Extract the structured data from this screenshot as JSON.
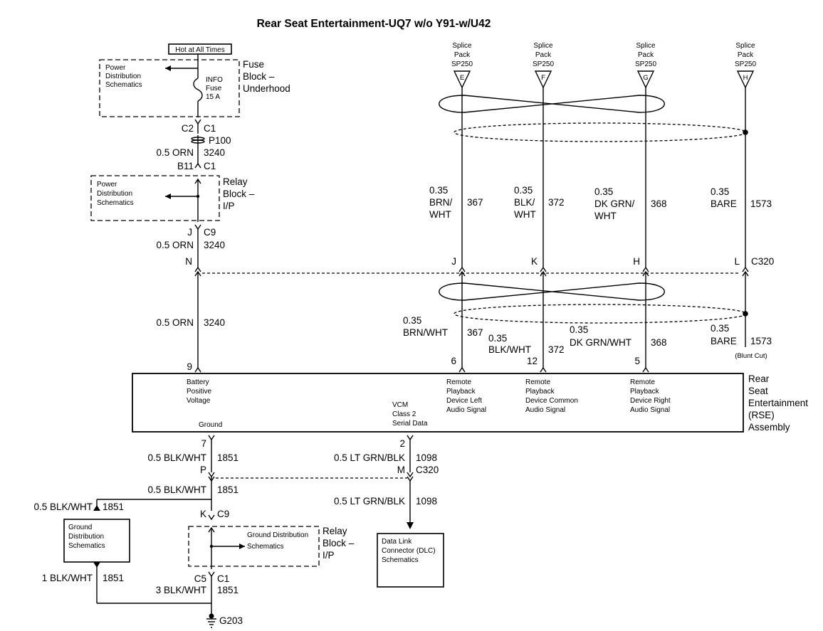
{
  "title": "Rear Seat Entertainment-UQ7 w/o Y91-w/U42",
  "fuse_block": {
    "hot_label": "Hot at All Times",
    "pds_line1": "Power",
    "pds_line2": "Distribution",
    "pds_line3": "Schematics",
    "fuse_line1": "INFO",
    "fuse_line2": "Fuse",
    "fuse_line3": "15 A",
    "name_line1": "Fuse",
    "name_line2": "Block –",
    "name_line3": "Underhood"
  },
  "relay_block_ip": {
    "pds_line1": "Power",
    "pds_line2": "Distribution",
    "pds_line3": "Schematics",
    "name_line1": "Relay",
    "name_line2": "Block –",
    "name_line3": "I/P"
  },
  "relay_block_ground": {
    "gds_line1": "Ground Distribution",
    "gds_line2": "Schematics",
    "name_line1": "Relay",
    "name_line2": "Block –",
    "name_line3": "I/P"
  },
  "ground_box": {
    "line1": "Ground",
    "line2": "Distribution",
    "line3": "Schematics"
  },
  "dlc_box": {
    "line1": "Data Link",
    "line2": "Connector (DLC)",
    "line3": "Schematics"
  },
  "splice_packs": [
    {
      "line1": "Splice",
      "line2": "Pack",
      "line3": "SP250",
      "pin": "E"
    },
    {
      "line1": "Splice",
      "line2": "Pack",
      "line3": "SP250",
      "pin": "F"
    },
    {
      "line1": "Splice",
      "line2": "Pack",
      "line3": "SP250",
      "pin": "G"
    },
    {
      "line1": "Splice",
      "line2": "Pack",
      "line3": "SP250",
      "pin": "H"
    }
  ],
  "left_circuit": {
    "c2": "C2",
    "c1": "C1",
    "p100": "P100",
    "wire1_color": "0.5 ORN",
    "wire1_num": "3240",
    "b11": "B11",
    "c1b": "C1",
    "j": "J",
    "c9": "C9",
    "wire2_color": "0.5 ORN",
    "wire2_num": "3240",
    "n": "N",
    "wire3_color": "0.5 ORN",
    "wire3_num": "3240",
    "pin9": "9"
  },
  "upper_wires": [
    {
      "gauge": "0.35",
      "color1": "BRN/",
      "color2": "WHT",
      "num": "367"
    },
    {
      "gauge": "0.35",
      "color1": "BLK/",
      "color2": "WHT",
      "num": "372"
    },
    {
      "gauge": "0.35",
      "color1": "DK GRN/",
      "color2": "WHT",
      "num": "368"
    },
    {
      "gauge": "0.35",
      "color1": "BARE",
      "num": "1573"
    }
  ],
  "c320_pins": {
    "j": "J",
    "k": "K",
    "h": "H",
    "l": "L",
    "name": "C320"
  },
  "lower_wires": [
    {
      "gauge": "0.35",
      "color": "BRN/WHT",
      "num": "367",
      "pin": "6"
    },
    {
      "gauge": "0.35",
      "color": "BLK/WHT",
      "num": "372",
      "pin": "12"
    },
    {
      "gauge": "0.35",
      "color": "DK GRN/WHT",
      "num": "368",
      "pin": "5"
    },
    {
      "gauge": "0.35",
      "color": "BARE",
      "num": "1573",
      "note": "(Blunt Cut)"
    }
  ],
  "rse": {
    "battery_line1": "Battery",
    "battery_line2": "Positive",
    "battery_line3": "Voltage",
    "ground": "Ground",
    "vcm_line1": "VCM",
    "vcm_line2": "Class 2",
    "vcm_line3": "Serial Data",
    "left_line1": "Remote",
    "left_line2": "Playback",
    "left_line3": "Device Left",
    "left_line4": "Audio Signal",
    "common_line1": "Remote",
    "common_line2": "Playback",
    "common_line3": "Device Common",
    "common_line4": "Audio Signal",
    "right_line1": "Remote",
    "right_line2": "Playback",
    "right_line3": "Device Right",
    "right_line4": "Audio Signal",
    "name_line1": "Rear",
    "name_line2": "Seat",
    "name_line3": "Entertainment",
    "name_line4": "(RSE)",
    "name_line5": "Assembly"
  },
  "ground_circuit": {
    "pin7": "7",
    "wire1_color": "0.5 BLK/WHT",
    "wire1_num": "1851",
    "p": "P",
    "wire2_color": "0.5 BLK/WHT",
    "wire2_num": "1851",
    "k": "K",
    "c9": "C9",
    "left_color": "0.5 BLK/WHT",
    "left_num": "1851",
    "lower_left_color": "1 BLK/WHT",
    "lower_left_num": "1851",
    "c5": "C5",
    "c1": "C1",
    "wire3_color": "3 BLK/WHT",
    "wire3_num": "1851",
    "g203": "G203"
  },
  "data_circuit": {
    "pin2": "2",
    "wire1_color": "0.5 LT GRN/BLK",
    "wire1_num": "1098",
    "m": "M",
    "c320": "C320",
    "wire2_color": "0.5 LT GRN/BLK",
    "wire2_num": "1098"
  }
}
